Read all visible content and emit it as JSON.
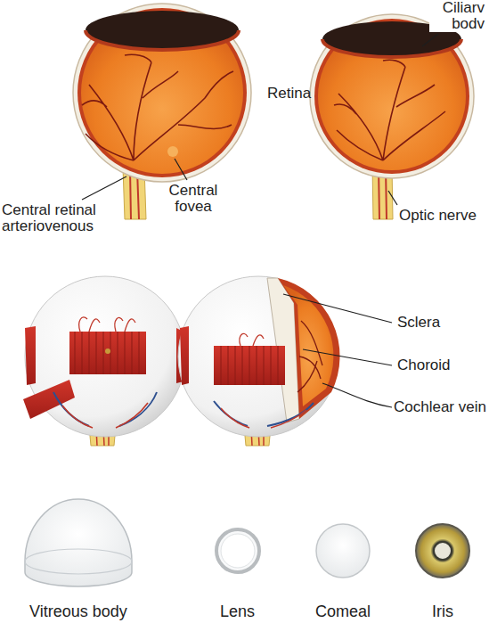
{
  "diagram": {
    "labels": [
      "Ciliarv bodv",
      "Retina",
      "Central fovea",
      "Central retinal arteriovenous",
      "Optic nerve",
      "Sclera",
      "Choroid",
      "Cochlear vein",
      "Vitreous body",
      "Lens",
      "Comeal",
      "Iris"
    ]
  }
}
